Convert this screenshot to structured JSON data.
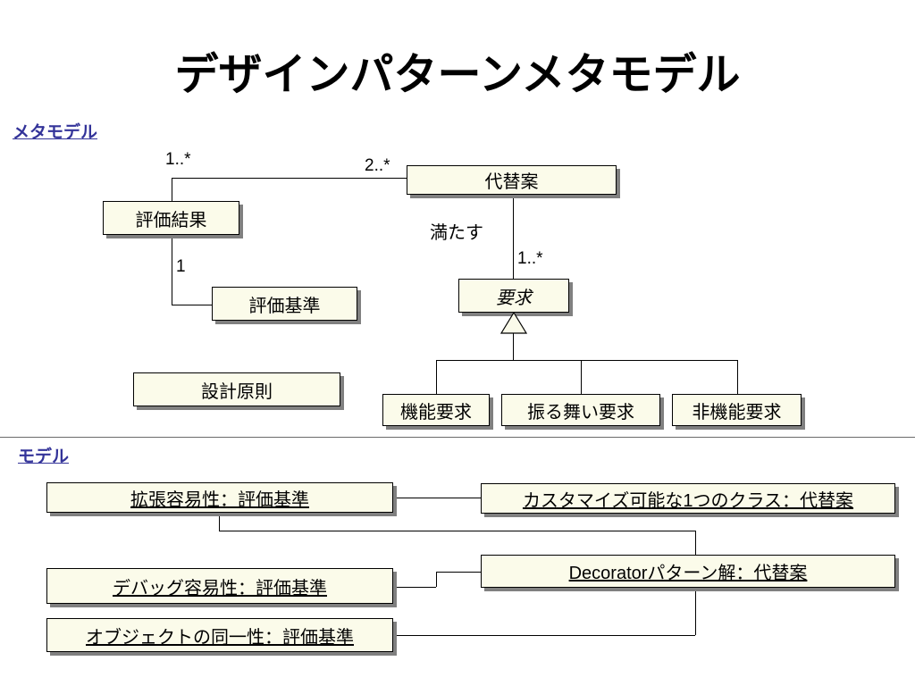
{
  "slide": {
    "title": "デザインパターンメタモデル",
    "sections": {
      "metamodel_label": "メタモデル",
      "model_label": "モデル"
    }
  },
  "metamodel": {
    "nodes": [
      {
        "id": "evaluation-result",
        "label": "評価結果",
        "kind": "class"
      },
      {
        "id": "evaluation-criteria",
        "label": "評価基準",
        "kind": "class"
      },
      {
        "id": "alternative",
        "label": "代替案",
        "kind": "class"
      },
      {
        "id": "requirement",
        "label": "要求",
        "kind": "abstract-class"
      },
      {
        "id": "design-principle",
        "label": "設計原則",
        "kind": "class"
      },
      {
        "id": "functional-requirement",
        "label": "機能要求",
        "kind": "class"
      },
      {
        "id": "behavioral-requirement",
        "label": "振る舞い要求",
        "kind": "class"
      },
      {
        "id": "non-functional-requirement",
        "label": "非機能要求",
        "kind": "class"
      }
    ],
    "multiplicities": {
      "evaluation_result_to_alternative": "1..*",
      "alternative_to_evaluation_result": "2..*",
      "evaluation_result_to_criteria": "1",
      "alternative_to_requirement": "1..*"
    },
    "association_labels": {
      "satisfies": "満たす"
    }
  },
  "model": {
    "nodes": [
      {
        "id": "extensibility-criteria",
        "label": "拡張容易性：評価基準",
        "kind": "object"
      },
      {
        "id": "customizable-single-class-alternative",
        "label": "カスタマイズ可能な1つのクラス：代替案",
        "kind": "object"
      },
      {
        "id": "debuggability-criteria",
        "label": "デバッグ容易性：評価基準",
        "kind": "object"
      },
      {
        "id": "decorator-pattern-solution-alternative",
        "label": "Decoratorパターン解：代替案",
        "kind": "object"
      },
      {
        "id": "object-identity-criteria",
        "label": "オブジェクトの同一性：評価基準",
        "kind": "object"
      }
    ]
  },
  "colors": {
    "node_fill": "#FBFBEA",
    "node_border": "#000000",
    "node_shadow": "#808080",
    "section_label": "#333399",
    "divider": "#6B6B6B",
    "background": "#FFFFFF"
  }
}
